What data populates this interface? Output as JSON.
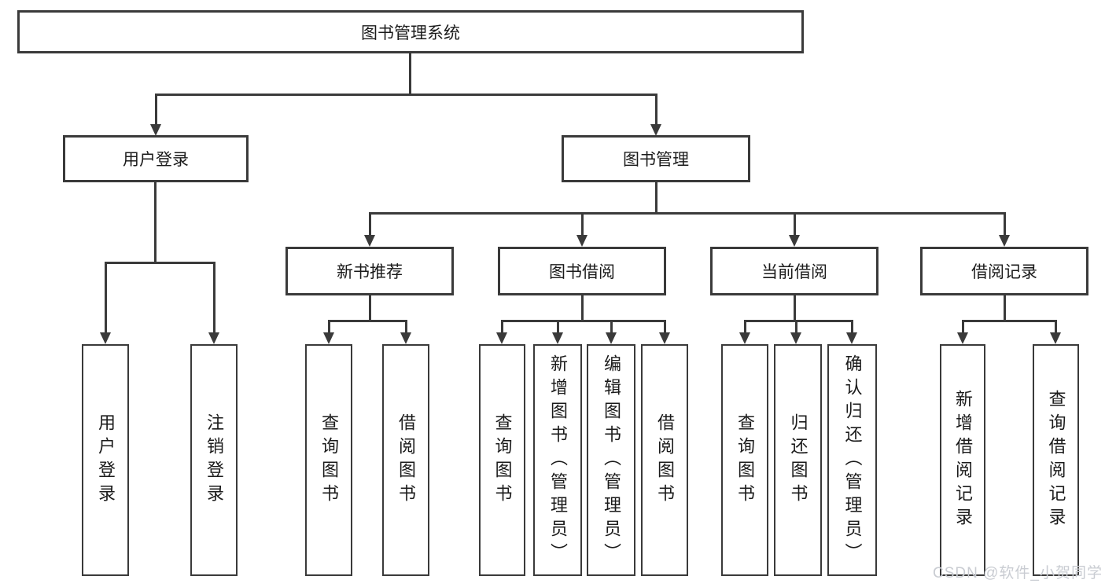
{
  "diagram": {
    "root": {
      "label": "图书管理系统"
    },
    "user_login": {
      "label": "用户登录",
      "children": [
        "用户登录",
        "注销登录"
      ]
    },
    "book_management": {
      "label": "图书管理",
      "children": [
        {
          "label": "新书推荐",
          "children": [
            "查询图书",
            "借阅图书"
          ]
        },
        {
          "label": "图书借阅",
          "children": [
            "查询图书",
            "新增图书（管理员）",
            "编辑图书（管理员）",
            "借阅图书"
          ]
        },
        {
          "label": "当前借阅",
          "children": [
            "查询图书",
            "归还图书",
            "确认归还（管理员）"
          ]
        },
        {
          "label": "借阅记录",
          "children": [
            "新增借阅记录",
            "查询借阅记录"
          ]
        }
      ]
    }
  },
  "watermark": "CSDN @软件_小贺同学",
  "colors": {
    "line": "#3a3a3a",
    "text": "#1b1b1b",
    "wm": "#c9ccd2"
  }
}
